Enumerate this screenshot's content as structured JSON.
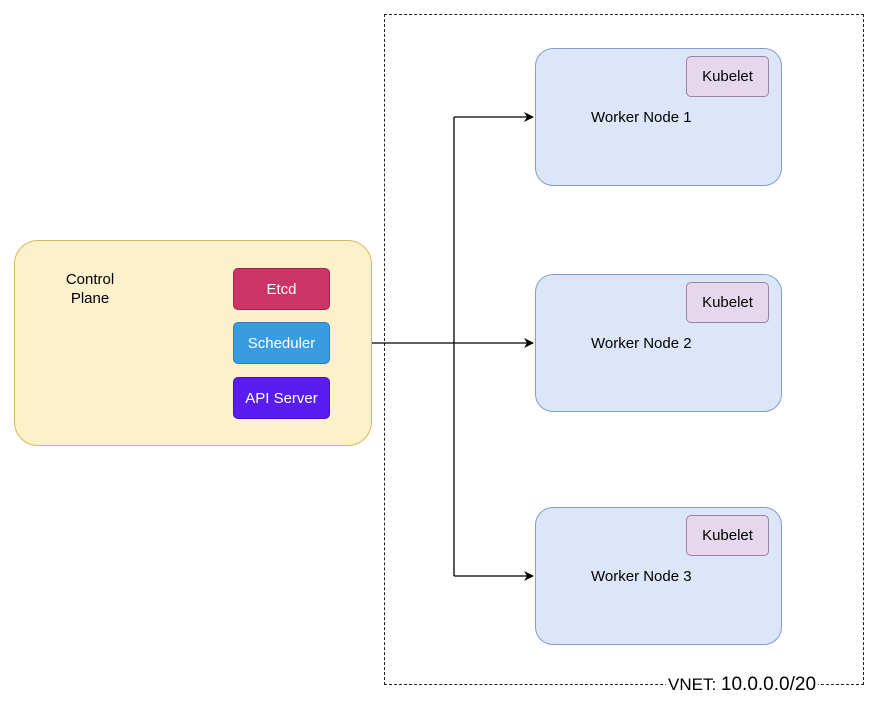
{
  "vnet": {
    "label_prefix": "VNET:",
    "label_value": "10.0.0.0/20"
  },
  "control_plane": {
    "title": "Control Plane",
    "components": {
      "etcd": "Etcd",
      "scheduler": "Scheduler",
      "api_server": "API Server"
    }
  },
  "workers": [
    {
      "label": "Worker Node 1",
      "agent": "Kubelet"
    },
    {
      "label": "Worker Node 2",
      "agent": "Kubelet"
    },
    {
      "label": "Worker Node 3",
      "agent": "Kubelet"
    }
  ],
  "colors": {
    "control_plane_fill": "#fdf1cc",
    "etcd": "#cc3366",
    "scheduler": "#3a9ce0",
    "api_server": "#5b1cf2",
    "worker_fill": "#dde6f8",
    "kubelet_fill": "#e5d8ec"
  }
}
